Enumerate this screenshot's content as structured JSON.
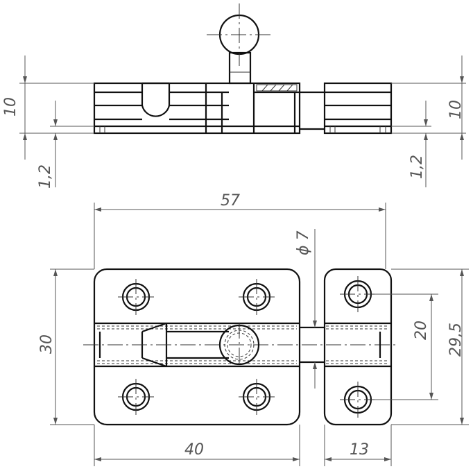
{
  "dimensions": {
    "height_left": "10",
    "base_left": "1,2",
    "height_right": "10",
    "base_right": "1,2",
    "overall_length": "57",
    "pin_diameter": "ϕ 7",
    "height_30": "30",
    "hole_spacing_20": "20",
    "height_29_5": "29,5",
    "width_40": "40",
    "width_13": "13"
  }
}
